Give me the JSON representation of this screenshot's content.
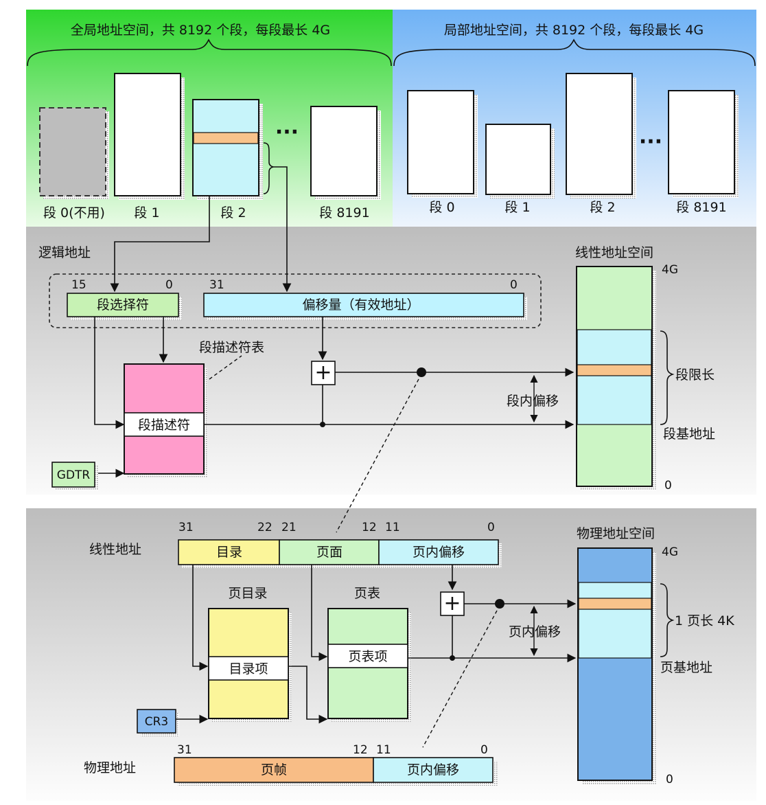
{
  "global_space": {
    "title": "全局地址空间，共 8192 个段，每段最长 4G",
    "segments": [
      "段 0(不用)",
      "段 1",
      "段 2",
      "段 8191"
    ],
    "ellipsis": "···"
  },
  "local_space": {
    "title": "局部地址空间，共 8192 个段，每段最长 4G",
    "segments": [
      "段 0",
      "段 1",
      "段 2",
      "段 8191"
    ],
    "ellipsis": "···"
  },
  "segmentation": {
    "logical_address_label": "逻辑地址",
    "selector": {
      "label": "段选择符",
      "hi_bit": "15",
      "lo_bit": "0"
    },
    "offset": {
      "label": "偏移量（有效地址）",
      "hi_bit": "31",
      "lo_bit": "0"
    },
    "descriptor_table_label": "段描述符表",
    "descriptor_label": "段描述符",
    "gdtr_label": "GDTR",
    "adder_symbol": "+",
    "intra_offset_label": "段内偏移",
    "linear_space": {
      "title": "线性地址空间",
      "top_label": "4G",
      "bottom_label": "0",
      "limit_label": "段限长",
      "base_label": "段基地址"
    }
  },
  "paging": {
    "linear_address_label": "线性地址",
    "bit_labels": [
      "31",
      "22",
      "21",
      "12",
      "11",
      "0"
    ],
    "fields": [
      "目录",
      "页面",
      "页内偏移"
    ],
    "page_directory_title": "页目录",
    "page_directory_entry": "目录项",
    "page_table_title": "页表",
    "page_table_entry": "页表项",
    "cr3_label": "CR3",
    "adder_symbol": "+",
    "intra_offset_label": "页内偏移",
    "physical_address_label": "物理地址",
    "phys_bits": [
      "31",
      "12",
      "11",
      "0"
    ],
    "phys_fields": [
      "页帧",
      "页内偏移"
    ],
    "physical_space": {
      "title": "物理地址空间",
      "top_label": "4G",
      "bottom_label": "0",
      "page_len_label": "1 页长 4K",
      "base_label": "页基地址"
    }
  },
  "colors": {
    "global_bg": "#3fdd3f",
    "local_bg": "#8cc2f7",
    "gray_bg": "#c8c8c8",
    "selector": "#c7f2b4",
    "offset": "#bff3ff",
    "descriptor": "#ff9ccb",
    "orange": "#f8c38b",
    "lightgreen": "#ccf5c5",
    "lightcyan": "#c7f4fa",
    "yellow": "#fbf59a",
    "blue": "#7ab2ea",
    "gdtr": "#c8f2bd",
    "cr3": "#8bbbef",
    "frame": "#f8bd86"
  }
}
